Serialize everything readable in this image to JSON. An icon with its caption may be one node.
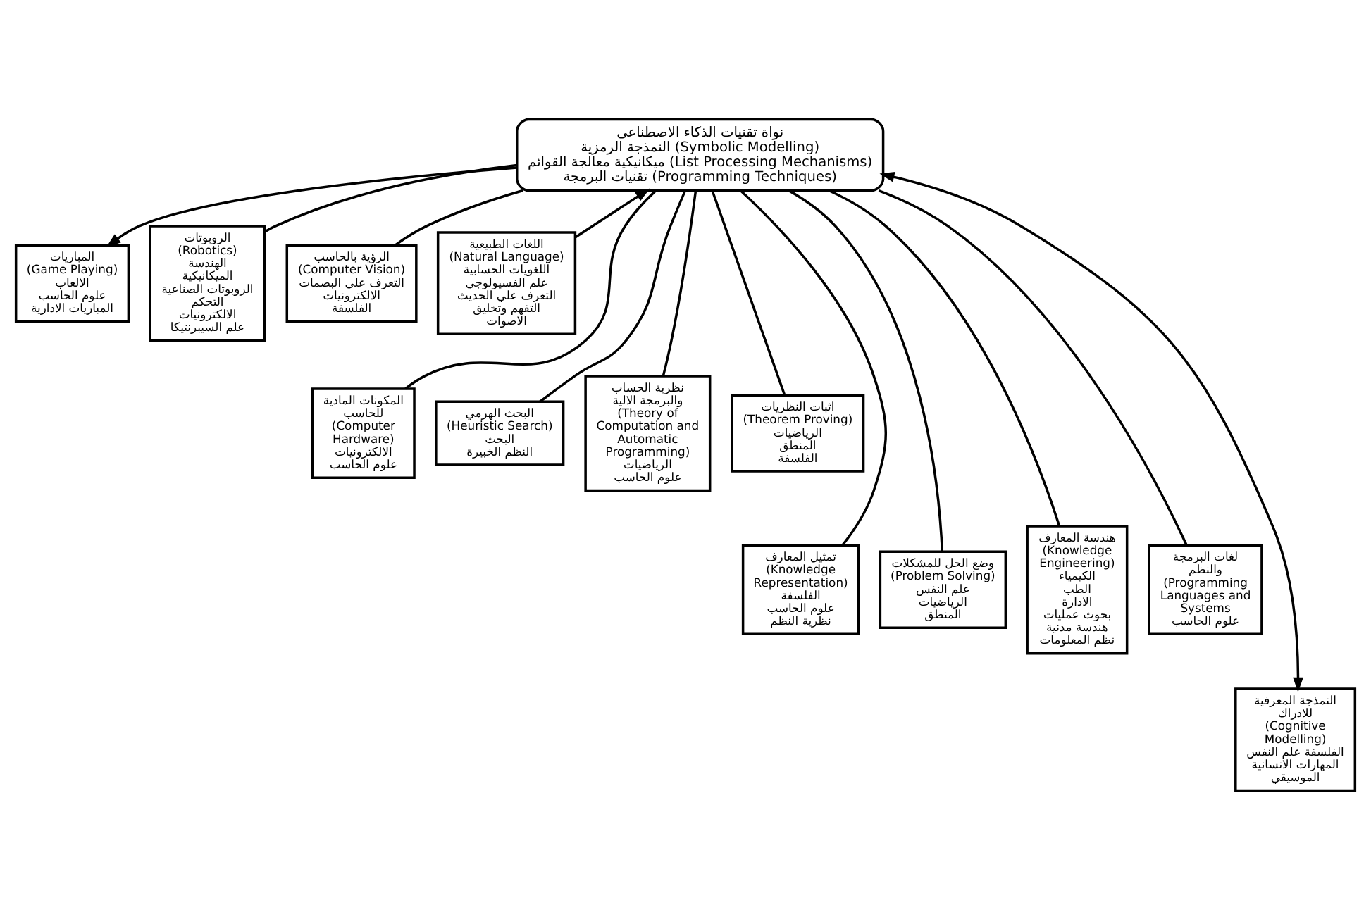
{
  "diagram": {
    "nodes": [
      {
        "text": [
          "نواة تقنيات الذكاء الاصطناعى",
          "النمذجة الرمزية (Symbolic Modelling)",
          "ميكانيكية معالجة القوائم (List Processing Mechanisms)",
          "تقنيات البرمجة (Programming Techniques)"
        ]
      },
      {
        "text": [
          "المباريات",
          "(Game Playing)",
          "الالعاب",
          "علوم الحاسب",
          "المباريات الادارية"
        ]
      },
      {
        "text": [
          "الروبوتات",
          "(Robotics)",
          "الهندسة الميكانيكية",
          "الروبوتات الصناعية",
          "التحكم",
          "الالكترونيات",
          "علم السيبرنتيكا"
        ]
      },
      {
        "text": [
          "الرؤية بالحاسب",
          "(Computer Vision)",
          "التعرف علي البصمات",
          "الالكترونيات",
          "الفلسفة"
        ]
      },
      {
        "text": [
          "اللغات الطبيعية",
          "(Natural Language)",
          "اللغويات الحسابية",
          "علم الفسيولوجي",
          "التعرف علي الحديث",
          "التفهم وتخليق الاصوات"
        ]
      },
      {
        "text": [
          "المكونات المادية للحاسب",
          "(Computer Hardware)",
          "الالكترونيات",
          "علوم الحاسب"
        ]
      },
      {
        "text": [
          "البحث الهرمي",
          "(Heuristic Search)",
          "البحث",
          "النظم الخبيرة"
        ]
      },
      {
        "text": [
          "نظرية الحساب والبرمجة الالية",
          "(Theory of Computation and Automatic Programming)",
          "الرياضيات",
          "علوم الحاسب"
        ]
      },
      {
        "text": [
          "اثبات النظريات",
          "(Theorem Proving)",
          "الرياضيات",
          "المنطق",
          "الفلسفة"
        ]
      },
      {
        "text": [
          "تمثيل المعارف",
          "(Knowledge Representation)",
          "الفلسفة",
          "علوم الحاسب",
          "نظرية النظم"
        ]
      },
      {
        "text": [
          "وضع الحل للمشكلات",
          "(Problem Solving)",
          "علم النفس",
          "الرياضيات",
          "المنطق"
        ]
      },
      {
        "text": [
          "هندسة المعارف",
          "(Knowledge Engineering)",
          "الكيمياء",
          "الطب",
          "الادارة",
          "بحوث عمليات",
          "هندسة مدنية",
          "نظم المعلومات"
        ]
      },
      {
        "text": [
          "لغات البرمجة والنظم",
          "(Programming Languages and Systems",
          "علوم الحاسب"
        ]
      },
      {
        "text": [
          "النمذجة المعرفية للادراك",
          "(Cognitive Modelling)",
          "الفلسفة علم النفس",
          "المهارات الانسانية",
          "الموسيقي"
        ]
      }
    ],
    "edges": [
      {
        "from": 0,
        "to": 1,
        "arrow": "to"
      },
      {
        "from": 0,
        "to": 2,
        "arrow": "none"
      },
      {
        "from": 0,
        "to": 3,
        "arrow": "none"
      },
      {
        "from": 4,
        "to": 0,
        "arrow": "to"
      },
      {
        "from": 0,
        "to": 5,
        "arrow": "none"
      },
      {
        "from": 0,
        "to": 6,
        "arrow": "none"
      },
      {
        "from": 0,
        "to": 7,
        "arrow": "none"
      },
      {
        "from": 0,
        "to": 8,
        "arrow": "none"
      },
      {
        "from": 0,
        "to": 9,
        "arrow": "none"
      },
      {
        "from": 0,
        "to": 10,
        "arrow": "none"
      },
      {
        "from": 0,
        "to": 11,
        "arrow": "none"
      },
      {
        "from": 0,
        "to": 12,
        "arrow": "none"
      },
      {
        "from": 0,
        "to": 13,
        "arrow": "both"
      }
    ]
  }
}
